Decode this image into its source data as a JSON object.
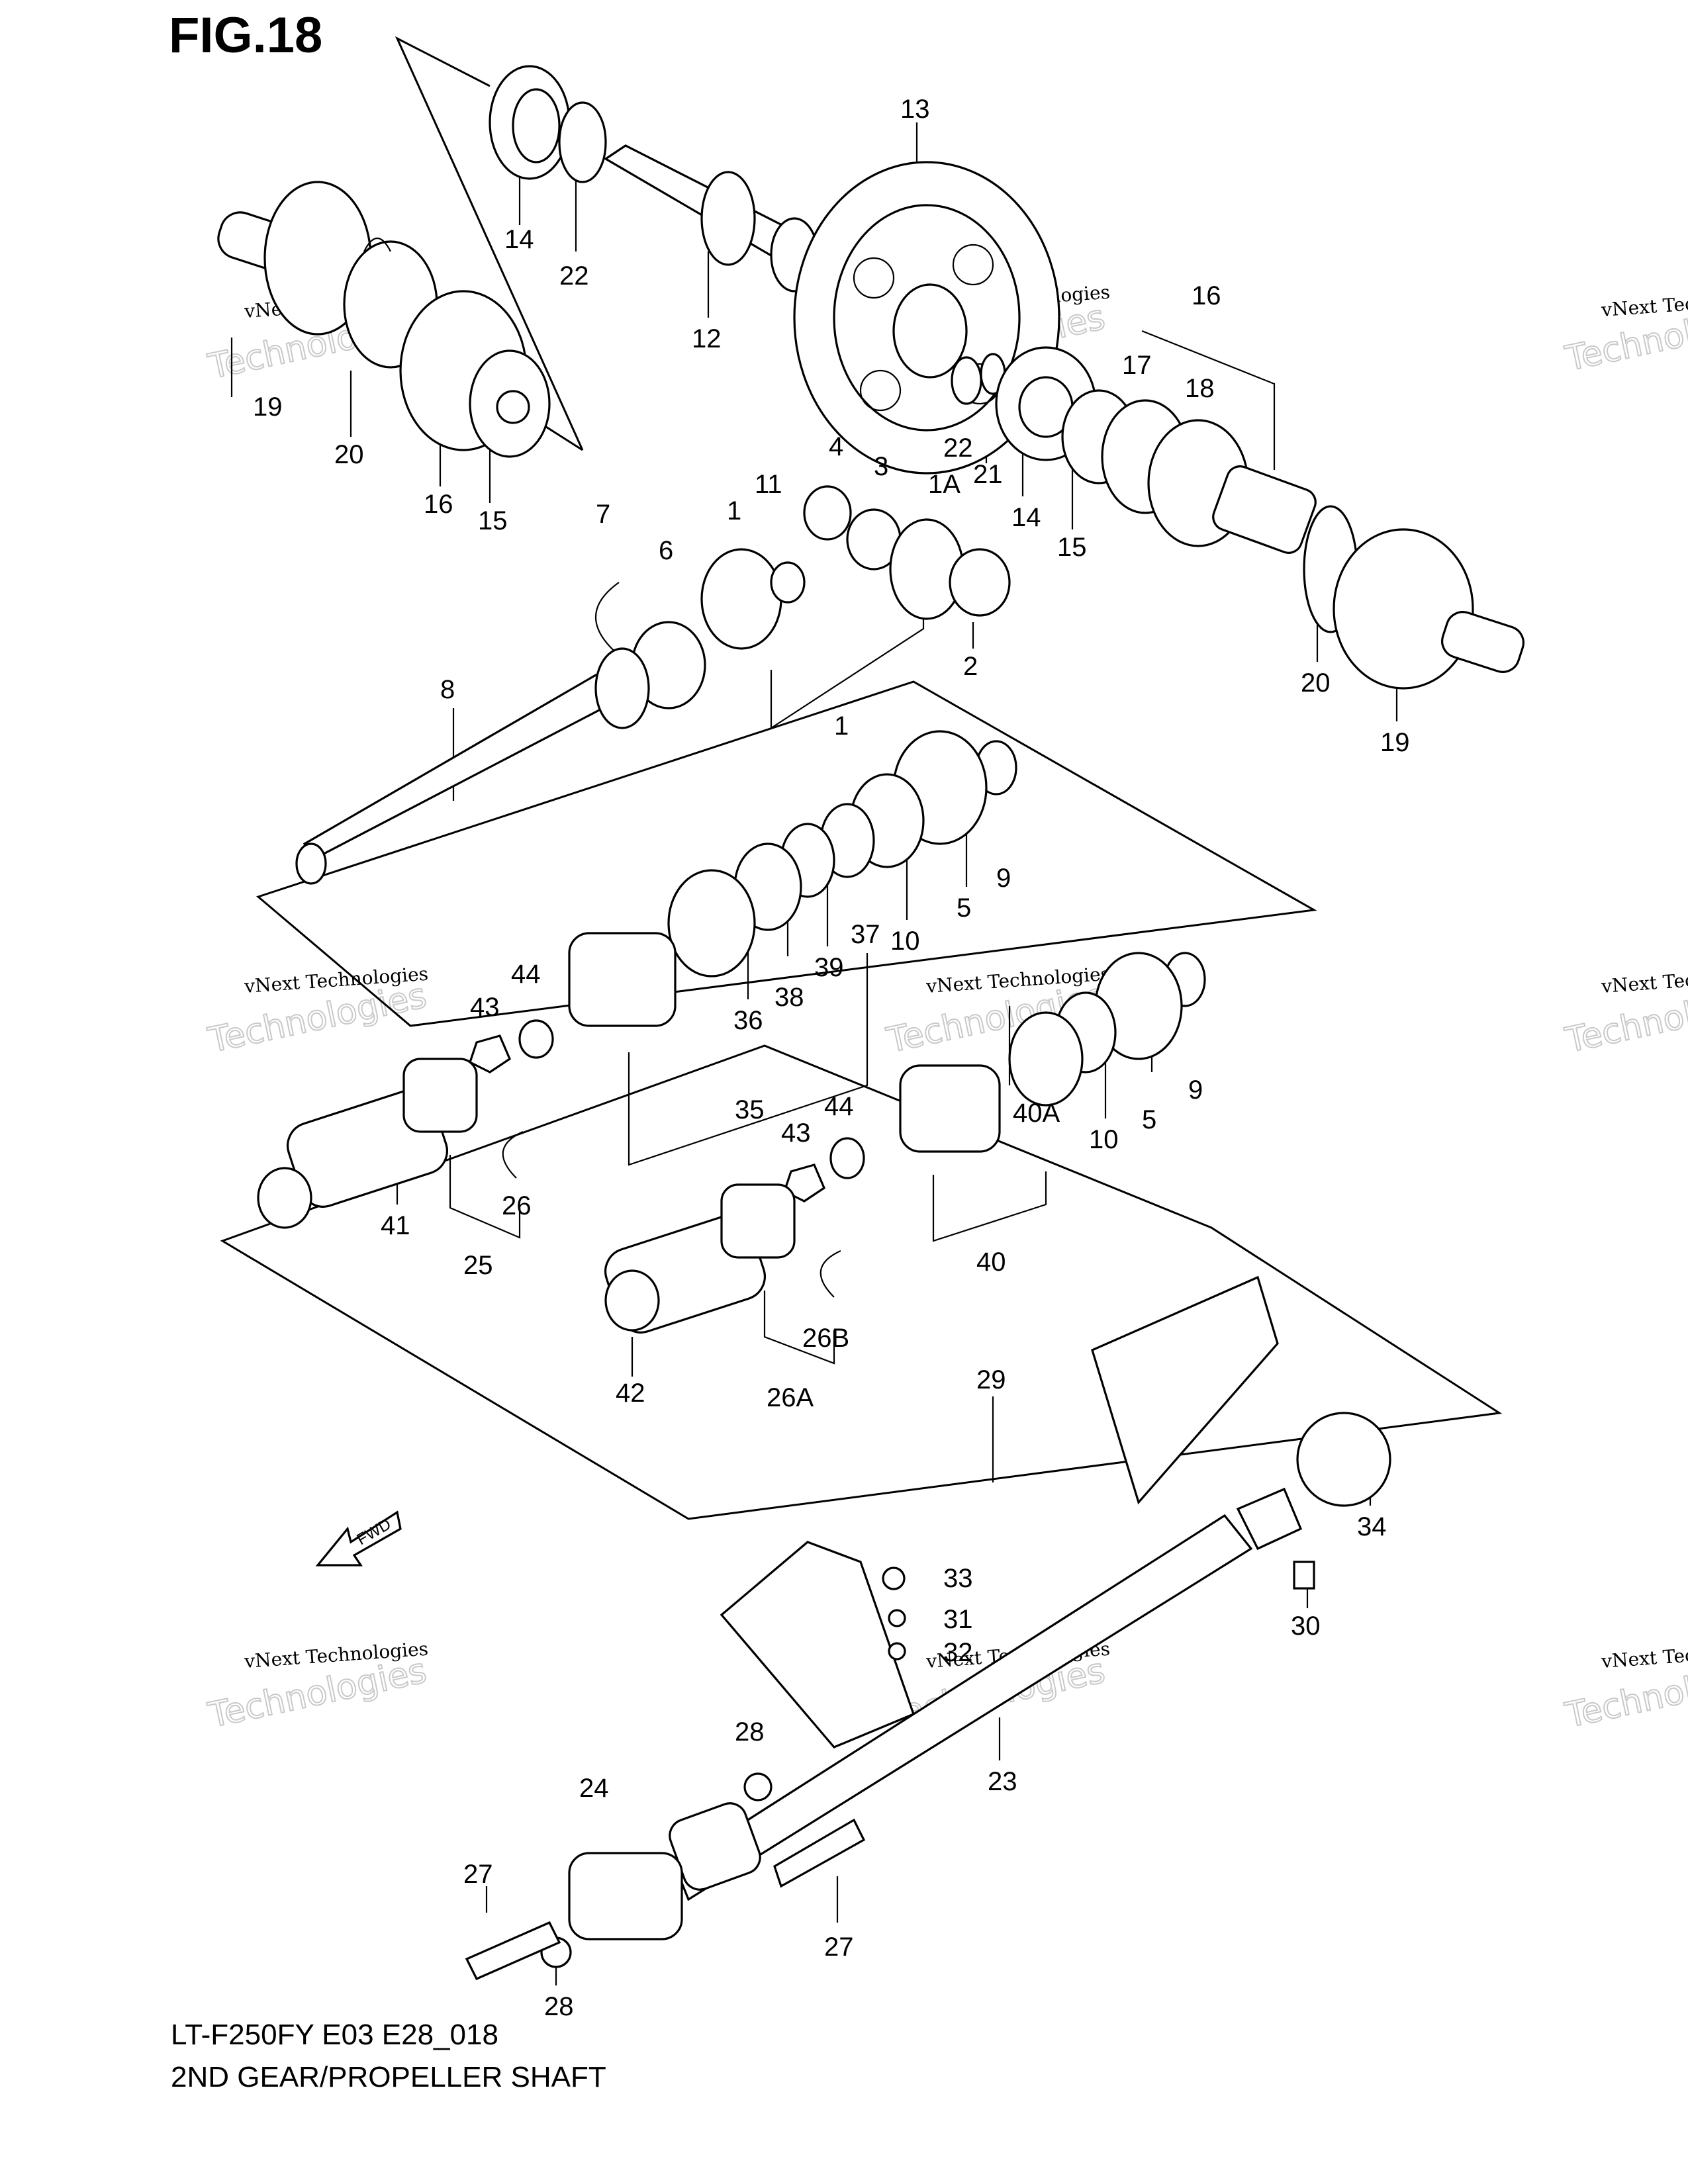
{
  "figure": {
    "title": "FIG.18"
  },
  "footer": {
    "line1": "LT-F250FY E03 E28_018",
    "line2": "2ND GEAR/PROPELLER SHAFT"
  },
  "direction_arrow": {
    "label": "FWD",
    "icon": "fwd-arrow-icon"
  },
  "watermarks": [
    {
      "small": "vNext Technologies",
      "big": "Technologies"
    },
    {
      "small": "vNext Technologies",
      "big": "Technologies"
    },
    {
      "small": "vNext Technologies",
      "big": "Technologies"
    },
    {
      "small": "vNext Technologies",
      "big": "Technologies"
    },
    {
      "small": "vNext Technologies",
      "big": "Technologies"
    },
    {
      "small": "vNext Technologies",
      "big": "Technologies"
    },
    {
      "small": "vNext Technologies",
      "big": "Technologies"
    },
    {
      "small": "vNext Technologies",
      "big": "Technologies"
    },
    {
      "small": "vNext Technologies",
      "big": "Technologies"
    }
  ],
  "callouts": [
    "13",
    "14",
    "22",
    "12",
    "19",
    "20",
    "16",
    "15",
    "16",
    "17",
    "18",
    "22",
    "21",
    "14",
    "15",
    "20",
    "19",
    "7",
    "6",
    "1",
    "11",
    "4",
    "3",
    "1A",
    "2",
    "8",
    "1",
    "9",
    "5",
    "10",
    "37",
    "39",
    "38",
    "36",
    "35",
    "44",
    "43",
    "41",
    "26",
    "25",
    "9",
    "5",
    "10",
    "40A",
    "40",
    "44",
    "43",
    "26B",
    "26A",
    "42",
    "29",
    "34",
    "33",
    "31",
    "32",
    "30",
    "28",
    "23",
    "24",
    "27",
    "27",
    "28"
  ]
}
